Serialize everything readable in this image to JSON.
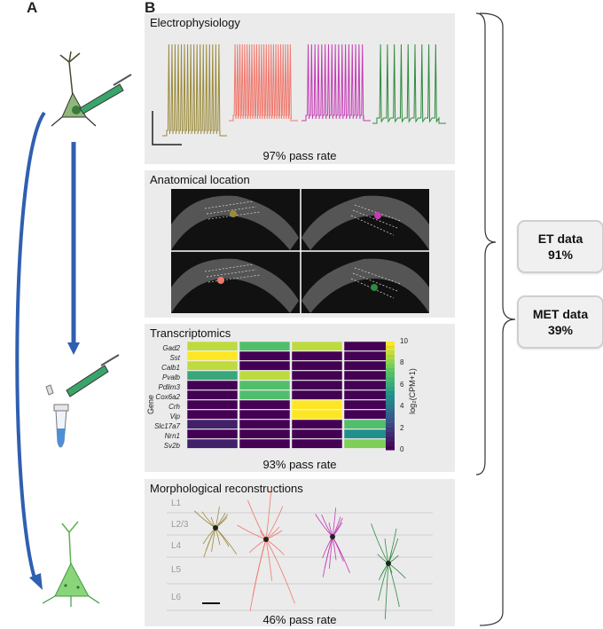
{
  "panel_labels": {
    "a": "A",
    "b": "B"
  },
  "ephys": {
    "title": "Electrophysiology",
    "pass_rate": "97% pass rate"
  },
  "anatomy": {
    "title": "Anatomical location"
  },
  "transcriptomics": {
    "title": "Transcriptomics",
    "pass_rate": "93% pass rate",
    "gene_axis_label": "Gene",
    "genes": [
      "Gad2",
      "Sst",
      "Calb1",
      "Pvalb",
      "Pdlim3",
      "Cox6a2",
      "Crh",
      "Vip",
      "Slc17a7",
      "Nrn1",
      "Sv2b"
    ],
    "colorbar_label": "log₂(CPM+1)",
    "colorbar_ticks": [
      "10",
      "8",
      "6",
      "4",
      "2",
      "0"
    ],
    "heatmap_levels": [
      [
        9,
        7,
        9,
        0
      ],
      [
        10,
        0,
        0,
        0
      ],
      [
        9,
        0,
        0,
        0
      ],
      [
        6,
        9,
        0,
        0
      ],
      [
        0,
        7,
        0,
        0
      ],
      [
        0,
        7,
        0,
        0
      ],
      [
        0,
        0,
        10,
        0
      ],
      [
        0,
        0,
        10,
        0
      ],
      [
        1,
        0,
        0,
        7
      ],
      [
        0,
        0,
        0,
        5
      ],
      [
        1,
        0,
        0,
        8
      ]
    ]
  },
  "morphology": {
    "title": "Morphological reconstructions",
    "pass_rate": "46% pass rate",
    "layers": [
      "L1",
      "L2/3",
      "L4",
      "L5",
      "L6"
    ]
  },
  "summary": {
    "et_title": "ET data",
    "et_value": "91%",
    "met_title": "MET data",
    "met_value": "39%"
  },
  "colors": {
    "olive": "#9a8a3c",
    "salmon": "#f0796e",
    "magenta": "#c33bb5",
    "green": "#2e8b3e",
    "arrow_blue": "#2f5fb0",
    "cell_green": "#7ccb6e"
  }
}
